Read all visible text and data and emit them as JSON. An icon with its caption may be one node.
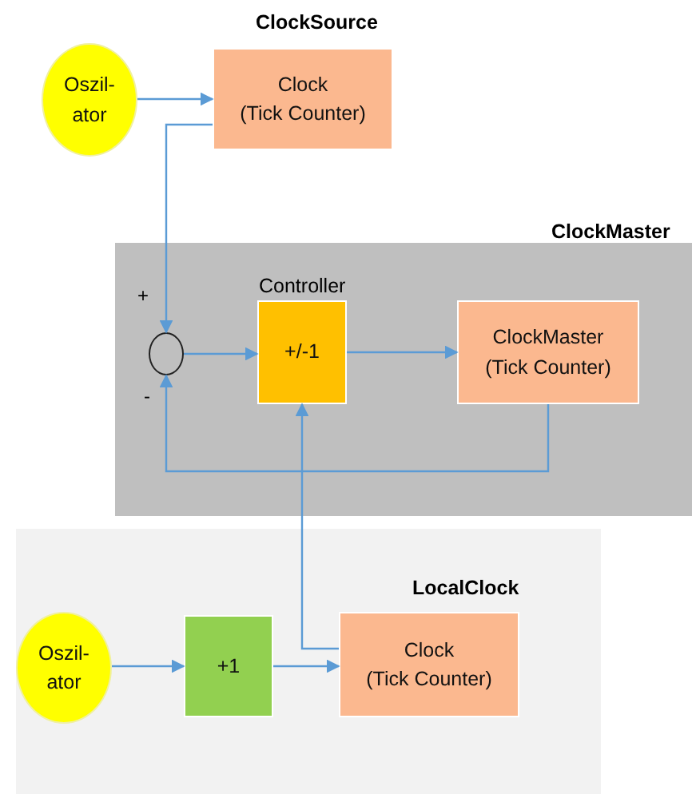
{
  "diagram": {
    "nodes": [
      {
        "text": [
          "Oszil- ator"
        ]
      },
      {
        "text": [
          "ClockSource",
          "Clock (Tick Counter)"
        ]
      },
      {
        "text": [
          "ClockMaster"
        ]
      },
      {
        "text": [],
        "shape": "circle",
        "in": 2,
        "beside": [
          "+",
          "-"
        ]
      },
      {
        "text": [
          "Controller",
          "+/-1"
        ],
        "in": 2
      },
      {
        "text": [
          "ClockMaster (Tick Counter)"
        ],
        "in": 2
      },
      {
        "text": [],
        "shape": "box"
      },
      {
        "text": [
          "Oszil- ator"
        ],
        "in": 6
      },
      {
        "text": [
          "+1"
        ],
        "in": 6
      },
      {
        "text": [
          "LocalClock",
          "Clock (Tick Counter)"
        ],
        "in": 6
      }
    ],
    "edges": [
      {
        "from": 0,
        "to": 1,
        "arrow": "to"
      },
      {
        "from": 1,
        "to": 3,
        "arrow": "to"
      },
      {
        "from": 3,
        "to": 4,
        "arrow": "to"
      },
      {
        "from": 4,
        "to": 5,
        "arrow": "to"
      },
      {
        "from": 5,
        "to": 3,
        "arrow": "to"
      },
      {
        "from": 9,
        "to": 4,
        "arrow": "to"
      },
      {
        "from": 7,
        "to": 8,
        "arrow": "to"
      },
      {
        "from": 8,
        "to": 9,
        "arrow": "to"
      }
    ]
  }
}
